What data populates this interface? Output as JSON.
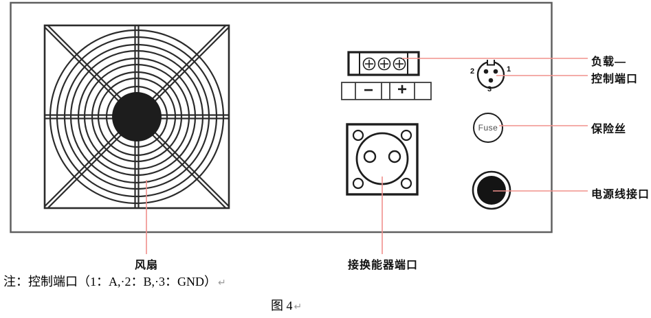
{
  "figure_type": "rear-panel-diagram",
  "callouts": {
    "load": "负载—",
    "control_port": "控制端口",
    "fuse": "保险丝",
    "power_cord": "电源线接口",
    "fan": "风扇",
    "transducer_port": "接换能器端口"
  },
  "panel": {
    "fuse_label": "Fuse",
    "load_minus": "−",
    "load_plus": "+",
    "control_pin_1": "1",
    "control_pin_2": "2",
    "control_pin_3": "3"
  },
  "note": {
    "text": "注：控制端口（1：A,·2：B,·3：GND）",
    "paragraph_mark": "↵"
  },
  "figure_caption": {
    "text": "图 4",
    "paragraph_mark": "↵"
  },
  "colors": {
    "leader_line": "#f0908c",
    "ink": "#2b2b2b",
    "panel_border": "#5f5f5f"
  }
}
